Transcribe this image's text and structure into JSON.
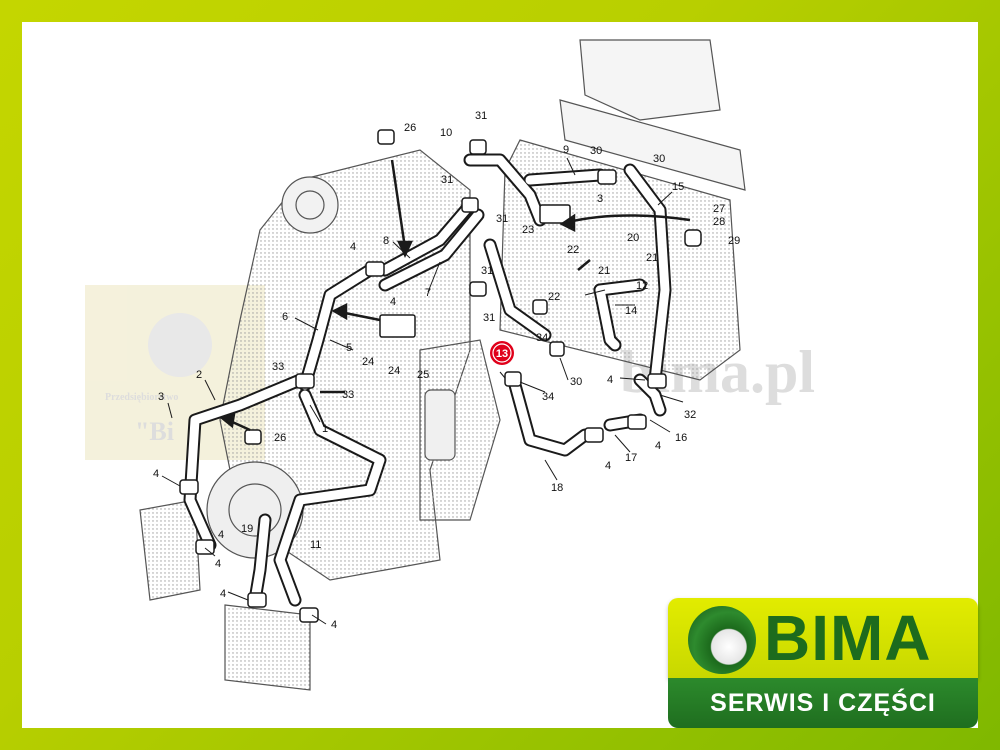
{
  "watermark": {
    "domain_text": "bima.pl",
    "company_line": "Przedsiębiorstwo",
    "quote_fragment": "\"Bi"
  },
  "highlight": {
    "label": "13",
    "color": "#e0001a"
  },
  "callouts": {
    "c1": "1",
    "c2": "2",
    "c3a": "3",
    "c3b": "3",
    "c4a": "4",
    "c4b": "4",
    "c4c": "4",
    "c4d": "4",
    "c4e": "4",
    "c4f": "4",
    "c4g": "4",
    "c4h": "4",
    "c4i": "4",
    "c4j": "4",
    "c5": "5",
    "c6": "6",
    "c7": "7",
    "c8": "8",
    "c9": "9",
    "c10": "10",
    "c11": "11",
    "c12": "12",
    "c14": "14",
    "c15": "15",
    "c16": "16",
    "c17": "17",
    "c18": "18",
    "c19": "19",
    "c20": "20",
    "c21a": "21",
    "c21b": "21",
    "c22a": "22",
    "c22b": "22",
    "c23": "23",
    "c24a": "24",
    "c24b": "24",
    "c25": "25",
    "c26a": "26",
    "c26b": "26",
    "c27": "27",
    "c28": "28",
    "c29": "29",
    "c30a": "30",
    "c30b": "30",
    "c30c": "30",
    "c31a": "31",
    "c31b": "31",
    "c31c": "31",
    "c31d": "31",
    "c31e": "31",
    "c32": "32",
    "c33a": "33",
    "c33b": "33",
    "c34a": "34",
    "c34b": "34"
  },
  "logo": {
    "name": "BIMA",
    "tagline": "SERWIS I CZĘŚCI",
    "colors": {
      "yellow": "#d6e200",
      "green": "#1f6e1f"
    }
  },
  "colors": {
    "frame": "#b8cf00",
    "line": "#1a1a1a",
    "stipple": "#bdbdbd"
  }
}
